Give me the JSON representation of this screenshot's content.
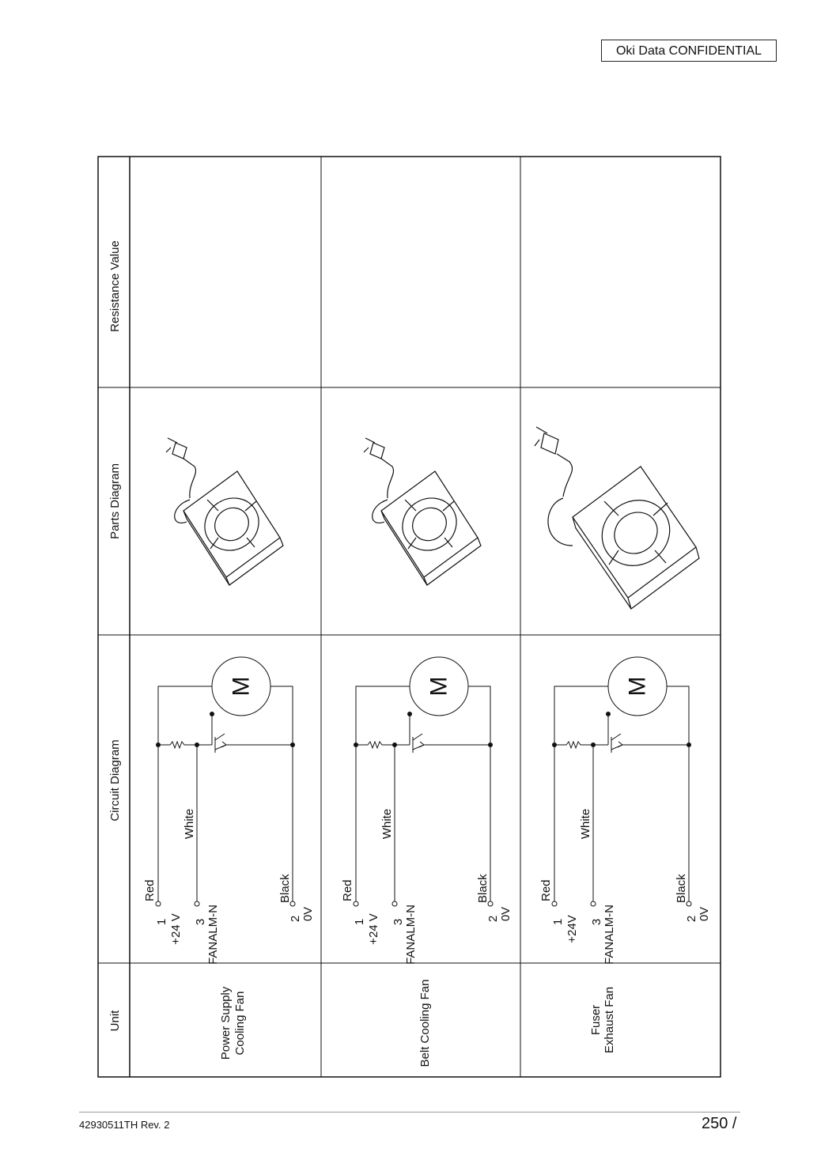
{
  "header": {
    "confidential": "Oki  Data  CONFIDENTIAL"
  },
  "table": {
    "headers": [
      "Resistance Value",
      "Parts Diagram",
      "Circuit Diagram",
      "Unit"
    ],
    "rows": [
      {
        "unit": [
          "Power Supply",
          "Cooling Fan"
        ],
        "circuit": {
          "pin1": "1",
          "v24": "+24 V",
          "red": "Red",
          "pin3": "3",
          "fanalm": "FANALM-N",
          "white": "White",
          "pin2": "2",
          "v0": "0V",
          "black": "Black",
          "motor": "M"
        }
      },
      {
        "unit": [
          "Belt Cooling Fan",
          ""
        ],
        "circuit": {
          "pin1": "1",
          "v24": "+24 V",
          "red": "Red",
          "pin3": "3",
          "fanalm": "FANALM-N",
          "white": "White",
          "pin2": "2",
          "v0": "0V",
          "black": "Black",
          "motor": "M"
        }
      },
      {
        "unit": [
          "Fuser",
          "Exhaust Fan"
        ],
        "circuit": {
          "pin1": "1",
          "v24": "+24V",
          "red": "Red",
          "pin3": "3",
          "fanalm": "FANALM-N",
          "white": "White",
          "pin2": "2",
          "v0": "0V",
          "black": "Black",
          "motor": "M"
        }
      }
    ]
  },
  "footer": {
    "doc_id": "42930511TH  Rev. 2",
    "page": "250 /"
  }
}
